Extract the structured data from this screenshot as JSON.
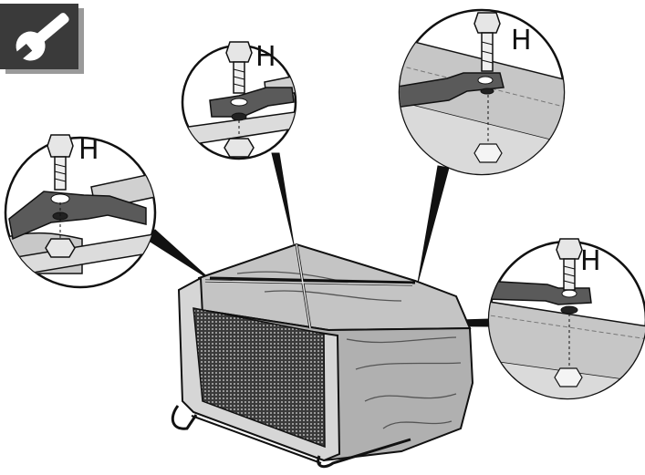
{
  "tool_badge": {
    "icon": "wrench-icon",
    "background": "#3a3a3a",
    "shadow": "#9a9a9a"
  },
  "callouts": [
    {
      "id": "left",
      "label": "H"
    },
    {
      "id": "top-middle",
      "label": "H"
    },
    {
      "id": "top-right",
      "label": "H"
    },
    {
      "id": "right",
      "label": "H"
    }
  ],
  "colors": {
    "bag_fabric": "#b9b9b9",
    "bag_dark": "#8a8a8a",
    "mesh": "#2a2a2a",
    "bracket": "#5a5a5a",
    "frame": "#d8d8d8",
    "line": "#111111"
  }
}
